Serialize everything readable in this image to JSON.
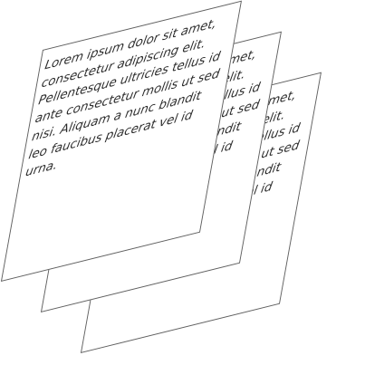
{
  "sheets": {
    "back": {
      "lines": [
        "Lorem ipsum dolor sit amet,",
        "consectetur adipiscing elit.",
        "Pellentesque ultricies tellus id",
        "ante consectetur mollis ut sed",
        "nisi. Aliquam a nunc blandit",
        "leo faucibus placerat vel id",
        "urna."
      ]
    },
    "middle": {
      "lines": [
        "Lorem ipsum dolor sit amet,",
        "consectetur adipiscing elit.",
        "Pellentesque ultricies tellus id",
        "ante consectetur mollis ut sed",
        "nisi. Aliquam a nunc blandit",
        "leo faucibus placerat vel id",
        "urna."
      ]
    },
    "front": {
      "lines": [
        "Lorem ipsum dolor sit amet,",
        "consectetur adipiscing elit.",
        "Pellentesque ultricies tellus id",
        "ante consectetur mollis ut sed",
        "nisi. Aliquam a nunc blandit",
        "leo faucibus placerat vel id",
        "urna."
      ]
    }
  }
}
